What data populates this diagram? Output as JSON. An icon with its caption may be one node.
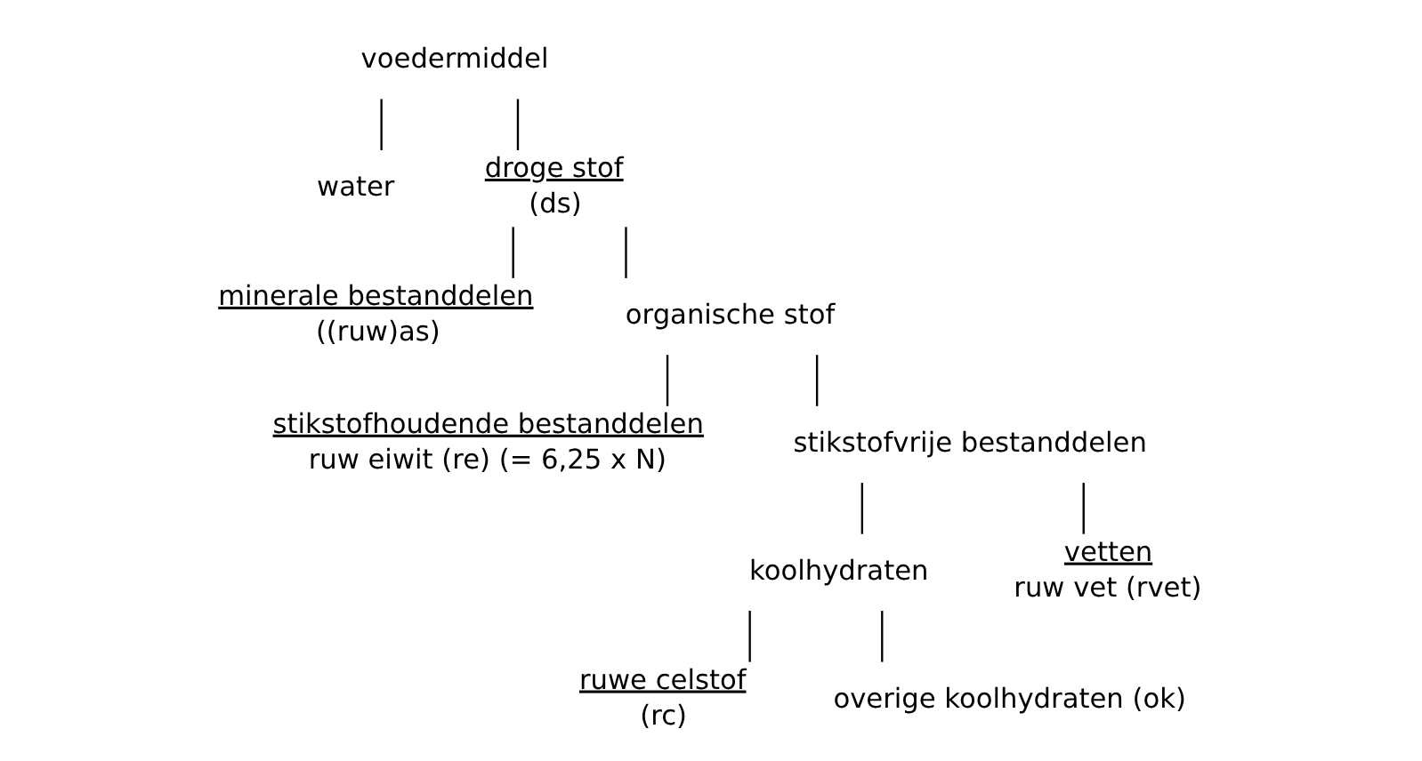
{
  "diagram": {
    "nodes": [
      {
        "text": [
          "voedermiddel"
        ]
      },
      {
        "text": [
          "water"
        ]
      },
      {
        "text": [
          "droge stof",
          "(ds)"
        ]
      },
      {
        "text": [
          "minerale bestanddelen",
          "((ruw)as)"
        ]
      },
      {
        "text": [
          "organische stof"
        ]
      },
      {
        "text": [
          "stikstofhoudende bestanddelen",
          "ruw eiwit (re) (= 6,25 x N)"
        ]
      },
      {
        "text": [
          "stikstofvrije bestanddelen"
        ]
      },
      {
        "text": [
          "koolhydraten"
        ]
      },
      {
        "text": [
          "vetten",
          "ruw vet (rvet)"
        ]
      },
      {
        "text": [
          "ruwe celstof",
          "(rc)"
        ]
      },
      {
        "text": [
          "overige koolhydraten (ok)"
        ]
      }
    ],
    "edges": [
      {
        "from": 0,
        "to": 1,
        "arrow": "none"
      },
      {
        "from": 0,
        "to": 2,
        "arrow": "none"
      },
      {
        "from": 2,
        "to": 3,
        "arrow": "none"
      },
      {
        "from": 2,
        "to": 4,
        "arrow": "none"
      },
      {
        "from": 4,
        "to": 5,
        "arrow": "none"
      },
      {
        "from": 4,
        "to": 6,
        "arrow": "none"
      },
      {
        "from": 6,
        "to": 7,
        "arrow": "none"
      },
      {
        "from": 6,
        "to": 8,
        "arrow": "none"
      },
      {
        "from": 7,
        "to": 9,
        "arrow": "none"
      },
      {
        "from": 7,
        "to": 10,
        "arrow": "none"
      }
    ]
  }
}
